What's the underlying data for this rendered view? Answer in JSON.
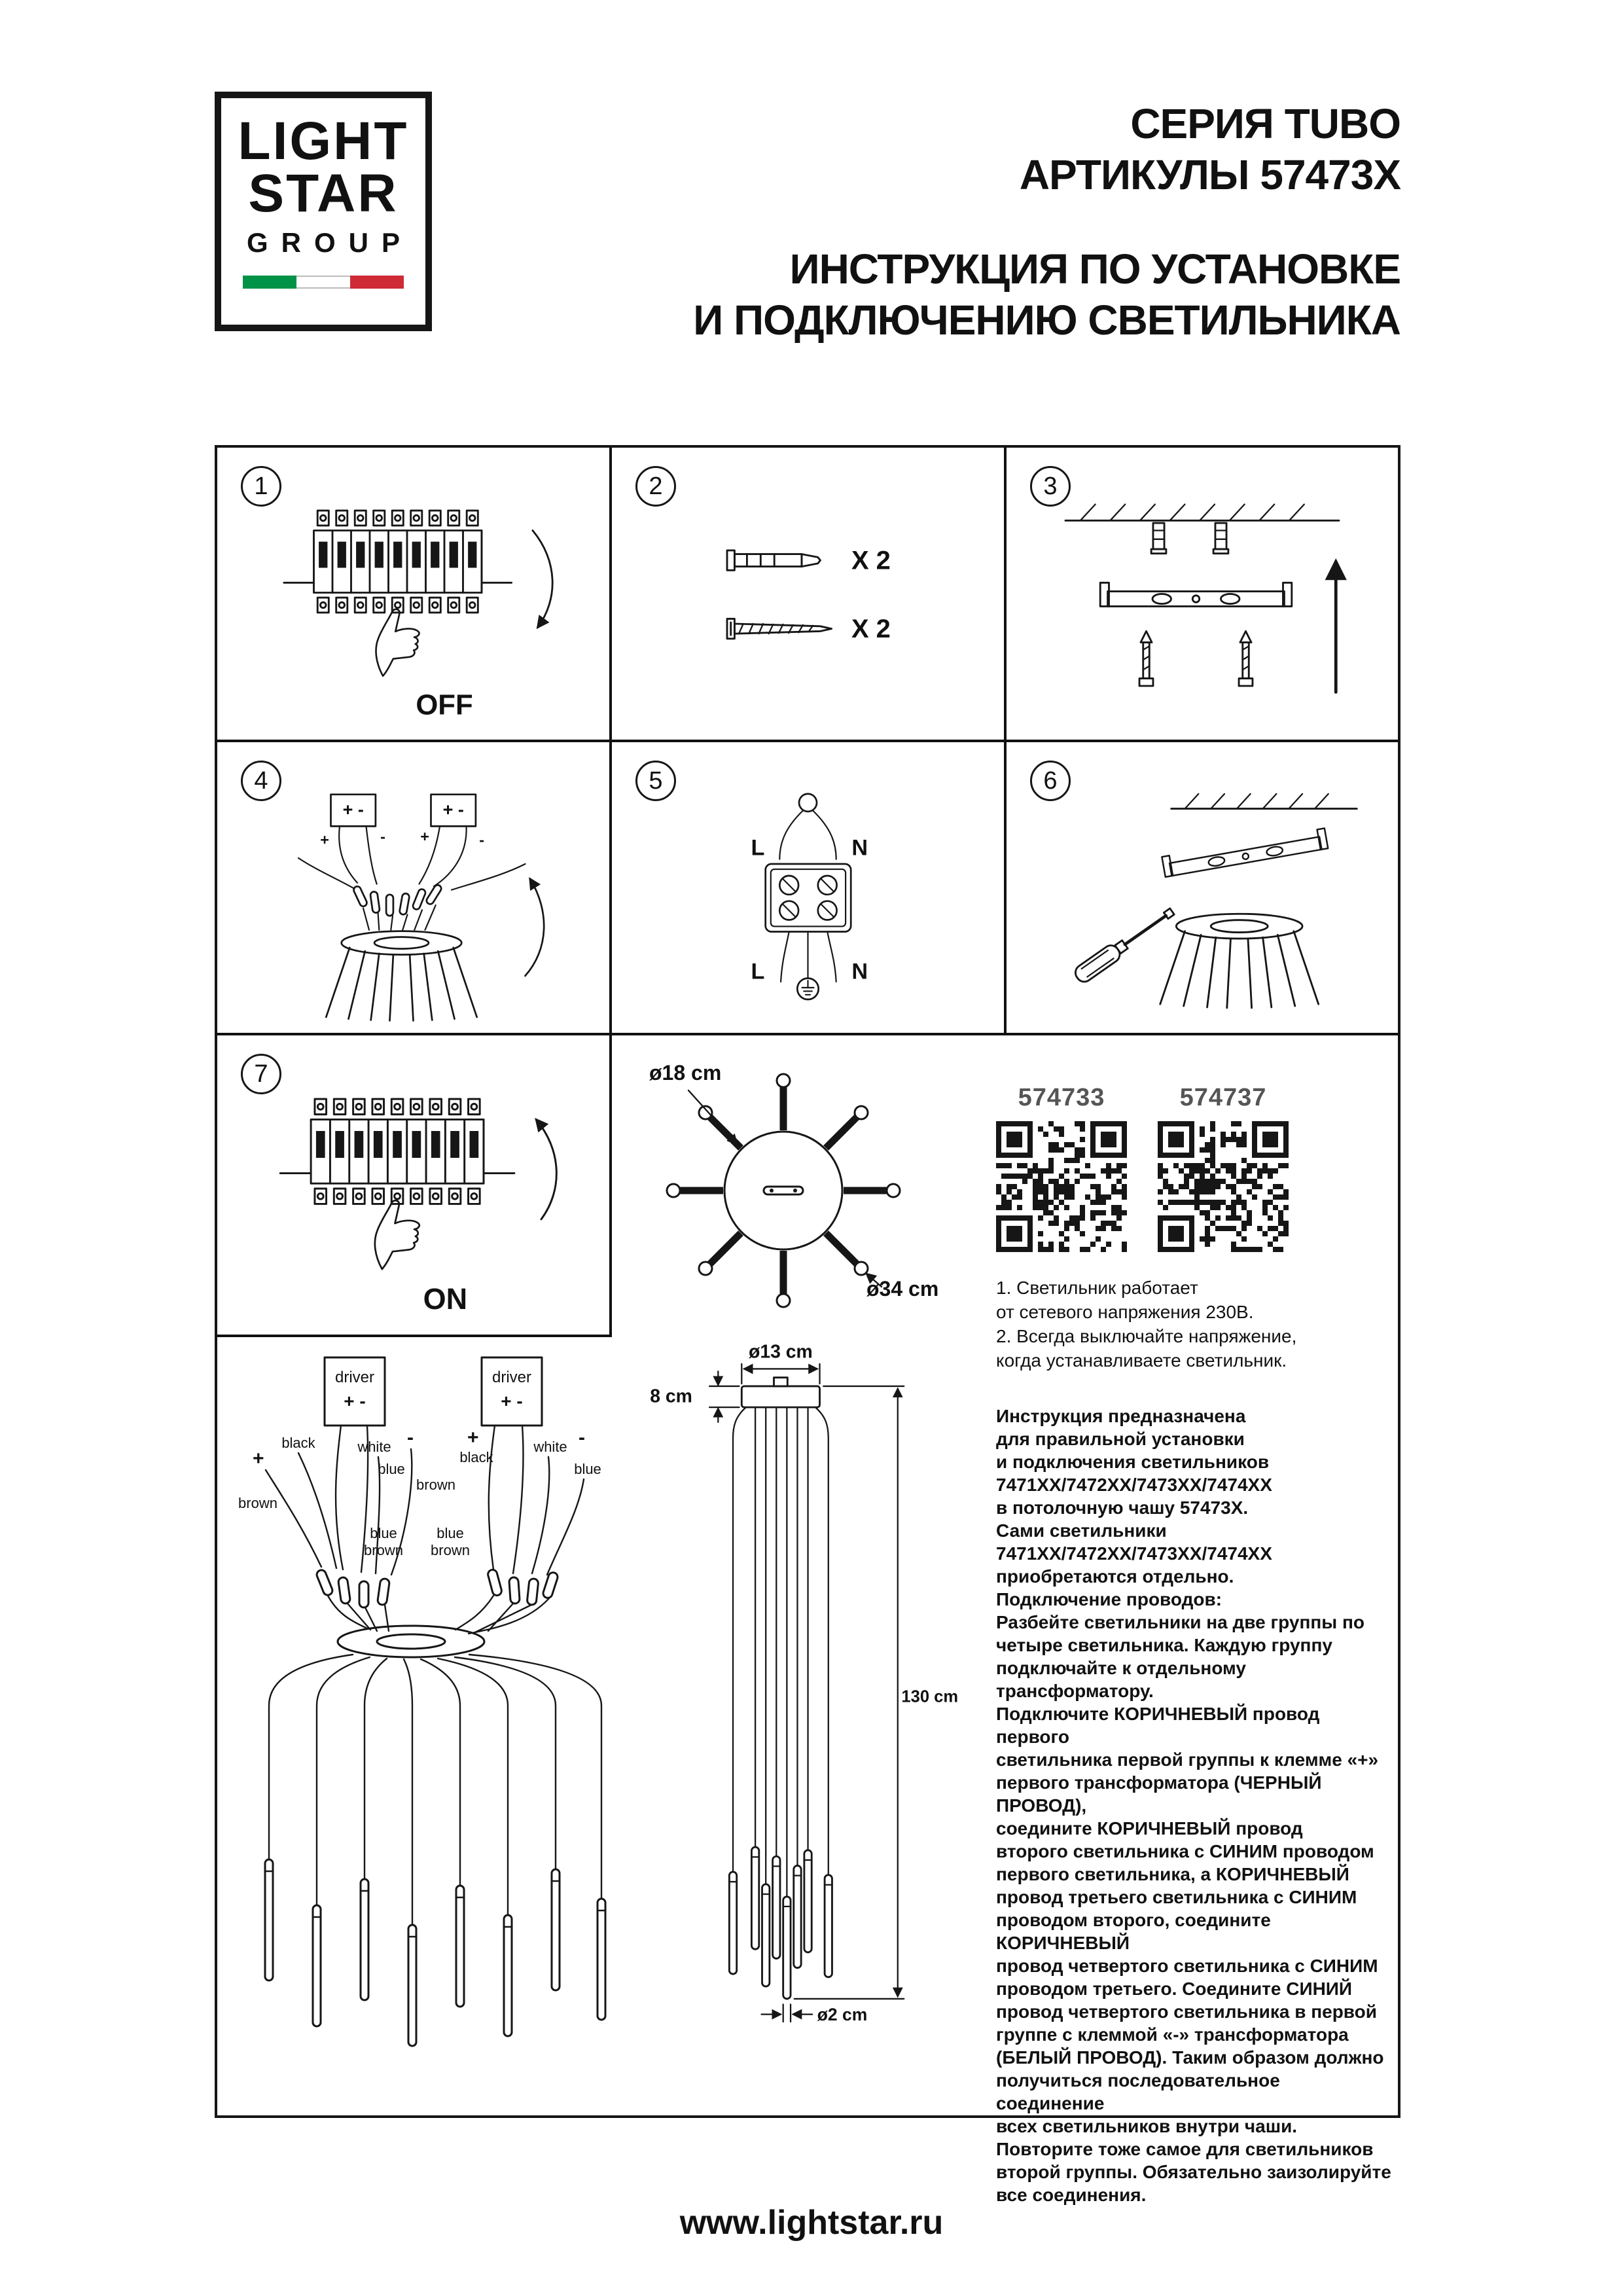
{
  "logo": {
    "line1": "LIGHT",
    "line2": "STAR",
    "line3": "GROUP"
  },
  "header": {
    "series": "СЕРИЯ TUBO",
    "articles": "АРТИКУЛЫ 57473X",
    "title1": "ИНСТРУКЦИЯ ПО УСТАНОВКЕ",
    "title2": "И ПОДКЛЮЧЕНИЮ СВЕТИЛЬНИКА"
  },
  "steps": {
    "one": {
      "n": "1",
      "off": "OFF"
    },
    "two": {
      "n": "2",
      "qty1": "X 2",
      "qty2": "X 2"
    },
    "three": {
      "n": "3"
    },
    "four": {
      "n": "4",
      "pm1": "+ -",
      "pm2": "+ -",
      "sp1": "+",
      "sm1": "-",
      "sp2": "+",
      "sm2": "-"
    },
    "five": {
      "n": "5",
      "l1": "L",
      "n1": "N",
      "l2": "L",
      "n2": "N"
    },
    "six": {
      "n": "6"
    },
    "seven": {
      "n": "7",
      "on": "ON"
    }
  },
  "topview": {
    "inner": "ø18 cm",
    "outer": "ø34 cm"
  },
  "qr": {
    "label1": "574733",
    "label2": "574737"
  },
  "notes": "1. Светильник работает\nот сетевого напряжения 230В.\n2. Всегда выключайте напряжение,\nкогда устанавливаете светильник.",
  "wiring": {
    "driver1": "driver",
    "pm1": "+ -",
    "driver2": "driver",
    "pm2": "+ -",
    "plus_left": "+",
    "brown_left": "brown",
    "black_left": "black",
    "white_left": "white",
    "minus_left": "-",
    "blue_left": "blue",
    "brown_mid": "brown",
    "plus_right": "+",
    "black_right": "black",
    "white_right": "white",
    "minus_right": "-",
    "blue_right": "blue",
    "pair1_blue": "blue",
    "pair1_brown": "brown",
    "pair2_blue": "blue",
    "pair2_brown": "brown"
  },
  "pendant": {
    "dia_top": "ø13 cm",
    "canopy": "8 cm",
    "length": "130 cm",
    "dia_tube": "ø2 cm"
  },
  "instructions": "Инструкция предназначена\nдля правильной установки\nи подключения светильников\n7471XX/7472XX/7473XX/7474XX\nв потолочную чашу 57473X.\nСами светильники\n7471XX/7472XX/7473XX/7474XX\nприобретаются отдельно.\nПодключение проводов:\nРазбейте светильники на две группы по\nчетыре светильника. Каждую группу\nподключайте к отдельному трансформатору.\nПодключите КОРИЧНЕВЫЙ провод первого\nсветильника первой группы к клемме «+»\nпервого трансформатора (ЧЕРНЫЙ ПРОВОД),\nсоедините КОРИЧНЕВЫЙ провод\nвторого светильника с СИНИМ проводом\nпервого светильника, а КОРИЧНЕВЫЙ\nпровод третьего светильника с СИНИМ\nпроводом второго, соедините КОРИЧНЕВЫЙ\nпровод четвертого светильника с СИНИМ\nпроводом третьего. Соедините СИНИЙ\nпровод четвертого светильника в первой\nгруппе с клеммой «-» трансформатора\n(БЕЛЫЙ ПРОВОД). Таким образом должно\nполучиться последовательное соединение\nвсех светильников внутри чаши.\nПовторите тоже самое для светильников\nвторой группы. Обязательно заизолируйте\nвсе соединения.",
  "footer": "www.lightstar.ru",
  "colors": {
    "flag_green": "#009246",
    "flag_white": "#ffffff",
    "flag_red": "#ce2b37",
    "qr_label": "#555555",
    "ink": "#161616"
  }
}
